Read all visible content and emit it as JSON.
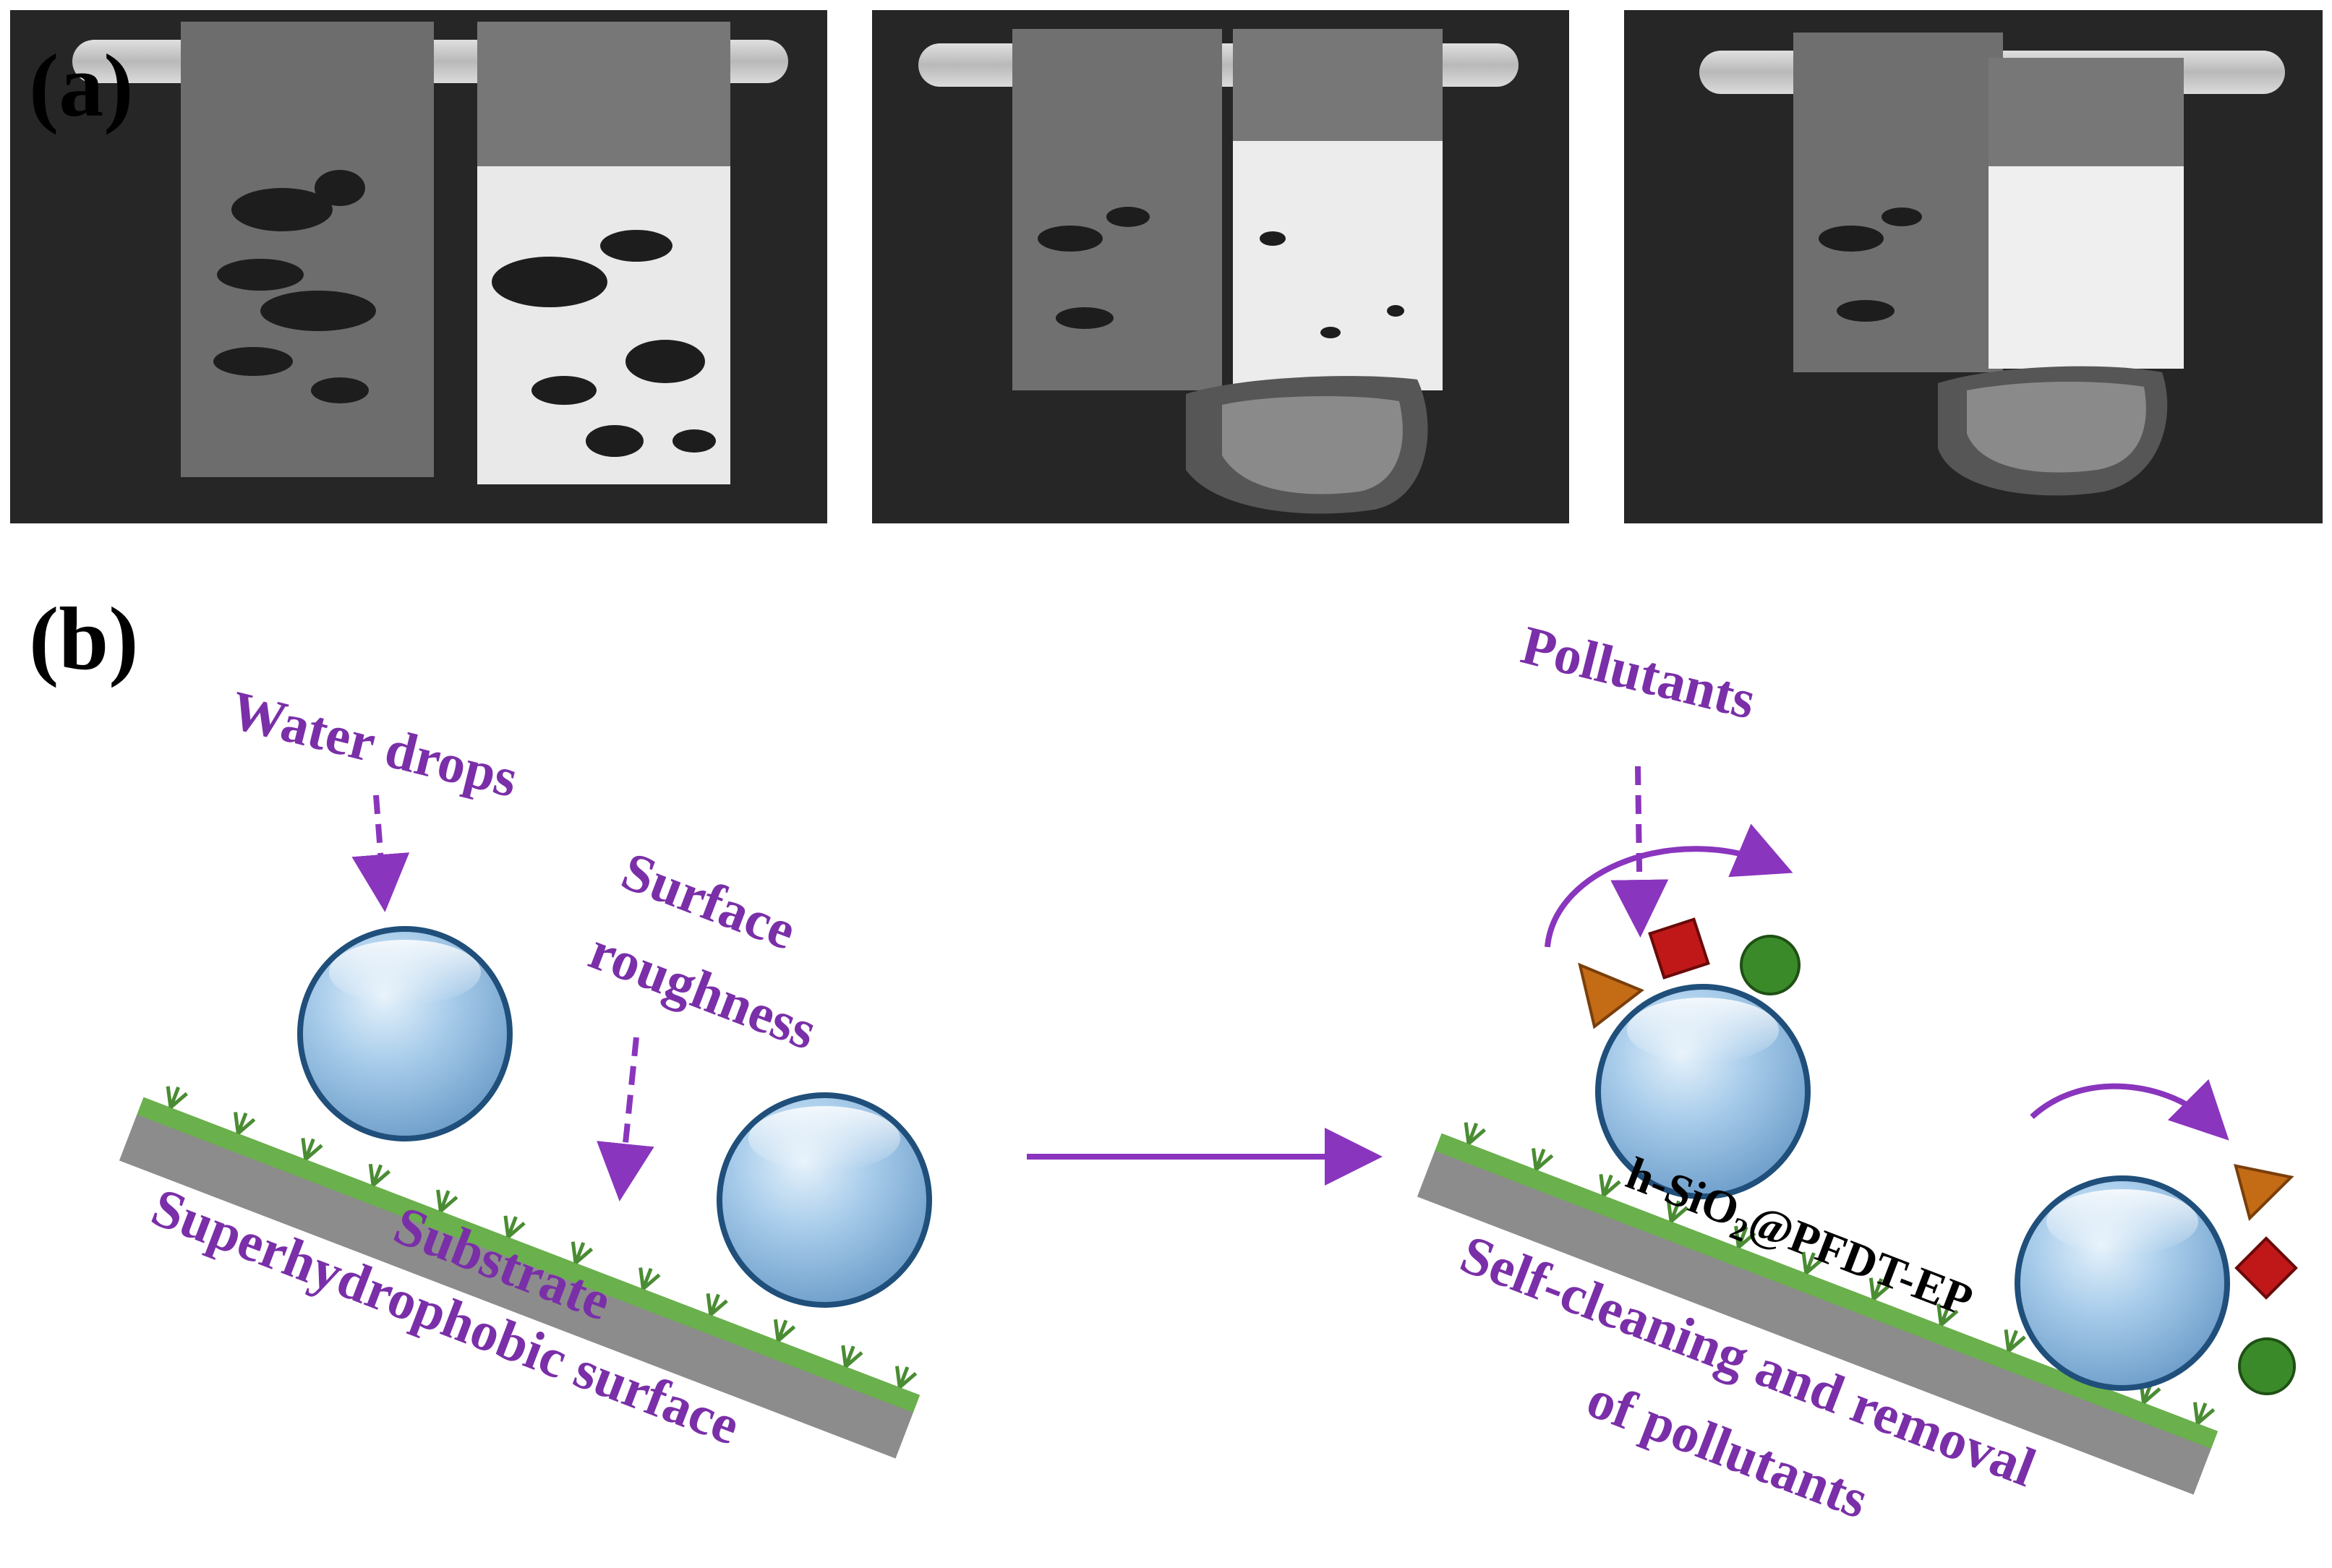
{
  "panel_a": {
    "label": "(a)",
    "photos": [
      {
        "description": "coated slides with loose dark particles"
      },
      {
        "description": "particles partly carried off by water"
      },
      {
        "description": "coated slide clean after water rinse"
      }
    ]
  },
  "panel_b": {
    "label": "(b)",
    "left": {
      "water_drops": "Water drops",
      "surface_roughness_1": "Surface",
      "surface_roughness_2": "roughness",
      "substrate": "Substrate",
      "surface_type": "Superhydrophobic surface"
    },
    "right": {
      "pollutants": "Pollutants",
      "coating": "h-SiO",
      "coating_sub": "2",
      "coating_rest": "@PFDT-EP",
      "caption_1": "Self-cleaning and removal",
      "caption_2": "of pollutants"
    }
  },
  "colors": {
    "label_purple": "#7a2fa8",
    "arrow_purple": "#8a35bd",
    "grass_green": "#6ab04c",
    "substrate_gray": "#8c8c8c",
    "drop_blue": "#9cc4e6",
    "drop_outline": "#1f4f7a",
    "pollutant_triangle": "#c46b16",
    "pollutant_square": "#c01818",
    "pollutant_circle": "#3a8a2a"
  }
}
